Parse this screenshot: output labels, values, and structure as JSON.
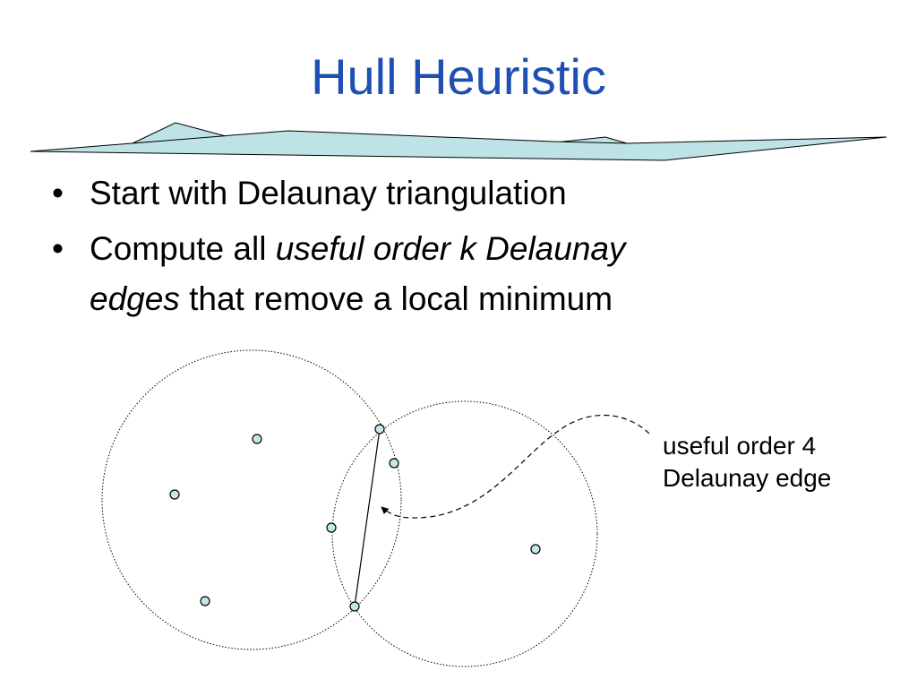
{
  "slide": {
    "title": "Hull Heuristic",
    "bullets": [
      {
        "bullet_char": "•",
        "text": "Start with Delaunay triangulation"
      },
      {
        "bullet_char": "•",
        "prefix": "Compute all ",
        "italic_line1": "useful order k Delaunay",
        "italic_line2": "edges",
        "suffix": " that remove a local minimum"
      }
    ]
  },
  "diagram": {
    "callout_line1": "useful order 4",
    "callout_line2": "Delaunay edge",
    "colors": {
      "terrain_fill": "#bde3e6",
      "point_fill": "#c3e8ea",
      "stroke": "#000000",
      "title": "#1f4fb4"
    }
  }
}
